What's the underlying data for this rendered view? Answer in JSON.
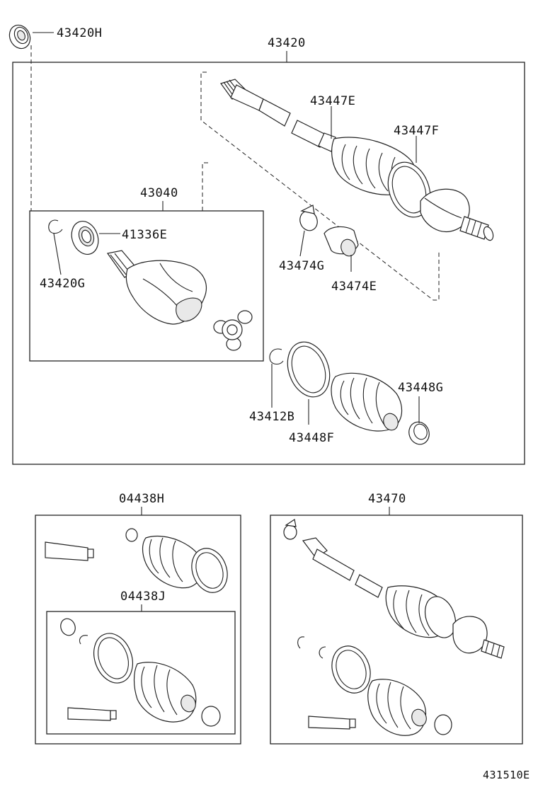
{
  "part_labels": {
    "p43420H": "43420H",
    "p43420": "43420",
    "p43447E": "43447E",
    "p43447F": "43447F",
    "p43040": "43040",
    "p41336E": "41336E",
    "p43420G": "43420G",
    "p43474G": "43474G",
    "p43474E": "43474E",
    "p43448G": "43448G",
    "p43412B": "43412B",
    "p43448F": "43448F",
    "p04438H": "04438H",
    "p04438J": "04438J",
    "p43470": "43470"
  },
  "figure_id": "431510E"
}
